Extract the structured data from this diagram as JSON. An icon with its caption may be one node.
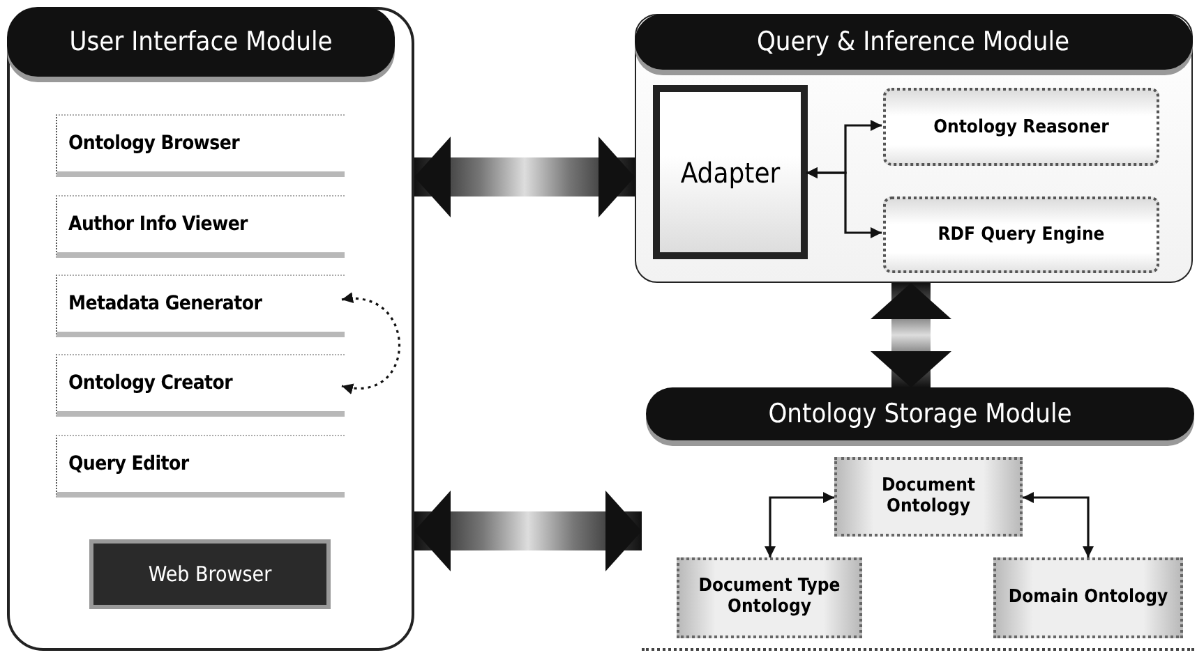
{
  "diagram": {
    "nodes": [
      {
        "text": [
          "User Interface Module"
        ]
      },
      {
        "text": [
          "Ontology Browser"
        ],
        "in": 0
      },
      {
        "text": [
          "Author Info Viewer"
        ],
        "in": 0
      },
      {
        "text": [
          "Metadata Generator"
        ],
        "in": 0
      },
      {
        "text": [
          "Ontology Creator"
        ],
        "in": 0
      },
      {
        "text": [
          "Query Editor"
        ],
        "in": 0
      },
      {
        "text": [
          "Web Browser"
        ],
        "in": 0
      },
      {
        "text": [
          "Query & Inference Module"
        ]
      },
      {
        "text": [
          "Adapter"
        ],
        "in": 7
      },
      {
        "text": [
          "Ontology Reasoner"
        ],
        "in": 7
      },
      {
        "text": [
          "RDF Query Engine"
        ],
        "in": 7
      },
      {
        "text": [
          "Ontology Storage Module"
        ]
      },
      {
        "text": [
          "Document Ontology"
        ],
        "in": 11
      },
      {
        "text": [
          "Document Type Ontology"
        ],
        "in": 11
      },
      {
        "text": [
          "Domain Ontology"
        ],
        "in": 11
      }
    ],
    "edges": [
      {
        "from": 0,
        "to": 7,
        "arrow": "both",
        "style": "thick"
      },
      {
        "from": 0,
        "to": 11,
        "arrow": "both",
        "style": "thick"
      },
      {
        "from": 7,
        "to": 11,
        "arrow": "both",
        "style": "thick"
      },
      {
        "from": 8,
        "to": 9,
        "arrow": "both"
      },
      {
        "from": 8,
        "to": 10,
        "arrow": "both"
      },
      {
        "from": 12,
        "to": 13,
        "arrow": "both"
      },
      {
        "from": 12,
        "to": 14,
        "arrow": "both"
      },
      {
        "from": 3,
        "to": 4,
        "arrow": "both",
        "style": "dashed"
      }
    ]
  }
}
